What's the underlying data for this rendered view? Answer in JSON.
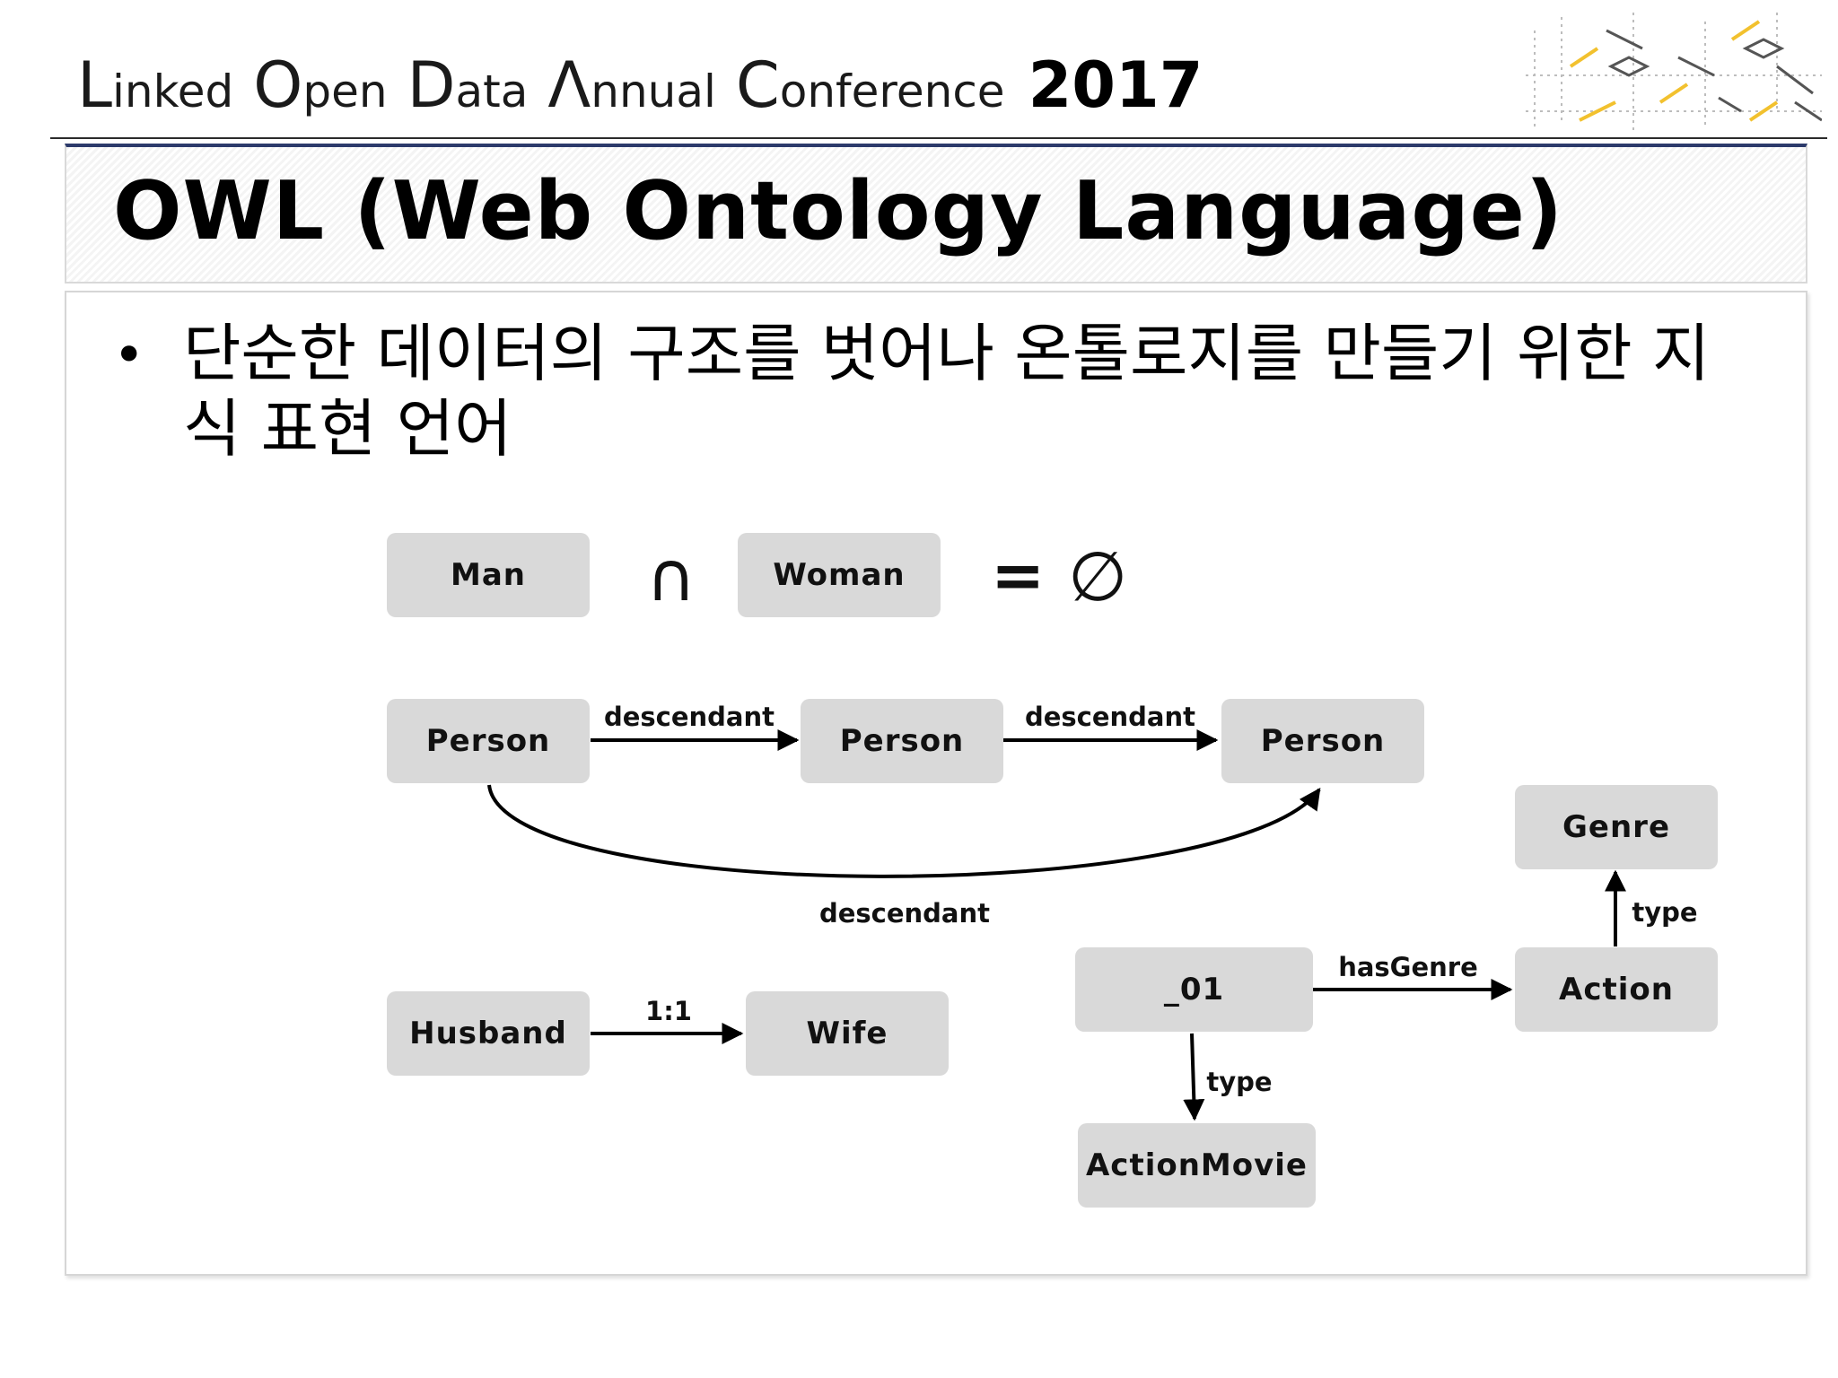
{
  "header": {
    "title_words": [
      {
        "cap": "L",
        "rest": "inked"
      },
      {
        "cap": "O",
        "rest": "pen"
      },
      {
        "cap": "D",
        "rest": "ata"
      },
      {
        "cap": "Λ",
        "rest": "nnual"
      },
      {
        "cap": "C",
        "rest": "onference"
      }
    ],
    "year": "2017",
    "accent_colors": [
      "#d64a7a",
      "#f2c12e",
      "#9a9a9a"
    ]
  },
  "slide": {
    "title": "OWL (Web Ontology Language)",
    "bullet": "단순한 데이터의 구조를 벗어나 온톨로지를 만들기 위한 지식 표현 언어"
  },
  "diagram": {
    "disjoint": {
      "left": "Man",
      "operator": "∩",
      "right": "Woman",
      "equals": "=",
      "result": "∅"
    },
    "nodes": {
      "person_1": "Person",
      "person_2": "Person",
      "person_3": "Person",
      "husband": "Husband",
      "wife": "Wife",
      "instance": "_01",
      "action": "Action",
      "genre": "Genre",
      "action_movie": "ActionMovie"
    },
    "edges": {
      "p1_p2": "descendant",
      "p2_p3": "descendant",
      "p1_p3": "descendant",
      "husband_wife": "1:1",
      "instance_action": "hasGenre",
      "action_genre": "type",
      "instance_actionmovie": "type"
    }
  }
}
